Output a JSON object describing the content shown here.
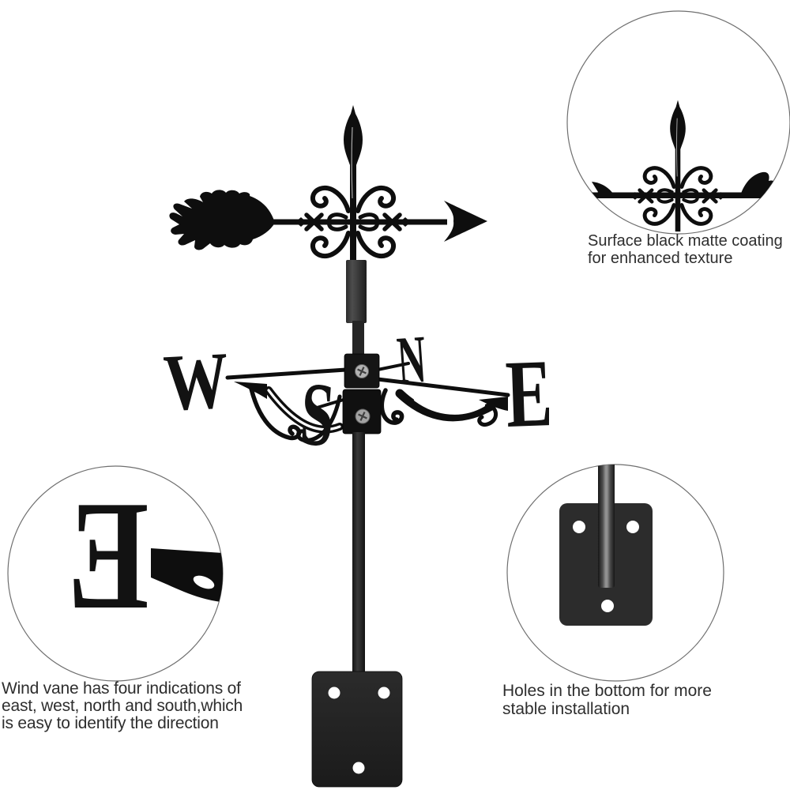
{
  "product": {
    "kind": "metal wind vane weathervane silhouette",
    "finish": "black matte"
  },
  "letters": {
    "west": "W",
    "north": "N",
    "east": "E",
    "south": "S"
  },
  "captions": {
    "coating": "Surface black matte coating\n for enhanced texture",
    "directions": "Wind vane has four indications of\neast, west, north and south,which\nis easy to identify the direction",
    "holes": "Holes in the bottom for more\n stable installation"
  },
  "colors": {
    "background": "#ffffff",
    "silhouette_ink": "#0e0e0e",
    "metal_gray": "#3e3e3e",
    "plate_gray": "#222222",
    "caption_text": "#2e2e2e",
    "callout_ring": "#6f6f6f",
    "screw_silver": "#b3b3b3",
    "hole_white": "#ffffff"
  }
}
